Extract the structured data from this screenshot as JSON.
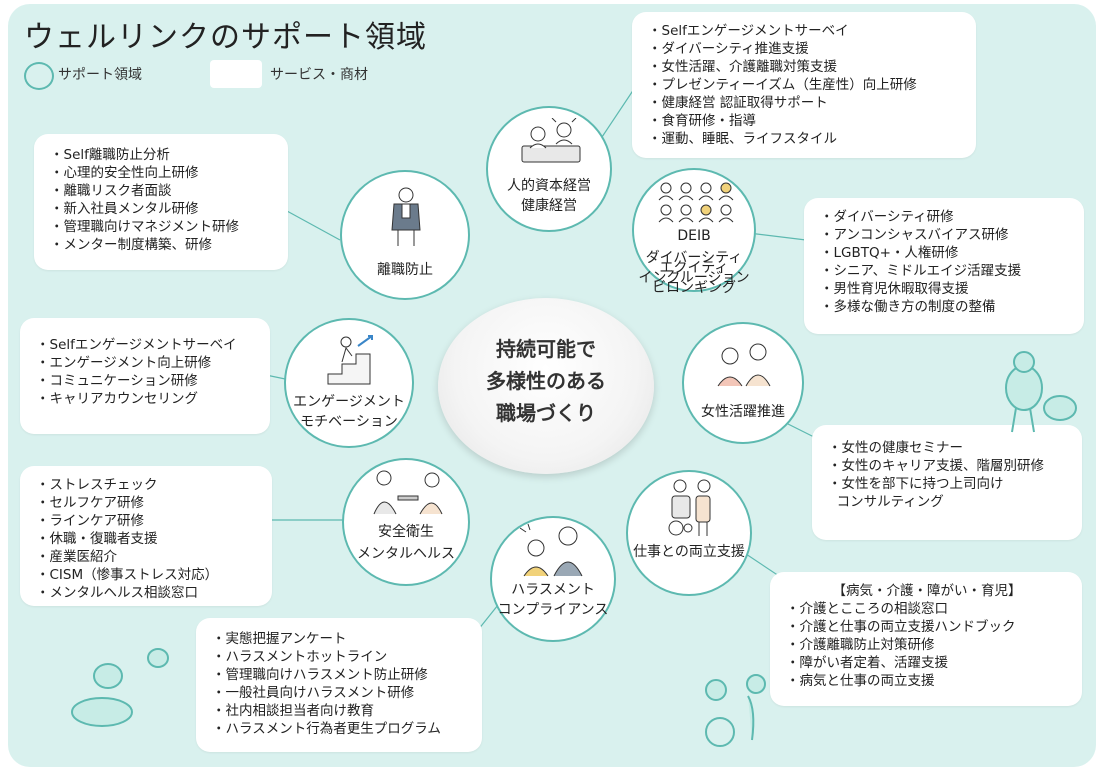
{
  "title": "ウェルリンクのサポート領域",
  "legend": {
    "support_area": "サポート領域",
    "service": "サービス・商材"
  },
  "center": [
    "持続可能で",
    "多様性のある",
    "職場づくり"
  ],
  "nodes": {
    "hr_capital": [
      "人的資本経営",
      "健康経営"
    ],
    "deib_title": "DEIB",
    "deib_sub": [
      "ダイバーシティ",
      "エクイティ",
      "インクルージョン",
      "ビロンギング"
    ],
    "women": "女性活躍推進",
    "worklife": "仕事との両立支援",
    "harassment": [
      "ハラスメント",
      "コンプライアンス"
    ],
    "safety": [
      "安全衛生",
      "メンタルヘルス"
    ],
    "engagement": [
      "エンゲージメント",
      "モチベーション"
    ],
    "turnover": "離職防止"
  },
  "boxes": {
    "hr_capital": [
      "・Selfエンゲージメントサーベイ",
      "・ダイバーシティ推進支援",
      "・女性活躍、介護離職対策支援",
      "・プレゼンティーイズム（生産性）向上研修",
      "・健康経営 認証取得サポート",
      "・食育研修・指導",
      "・運動、睡眠、ライフスタイル"
    ],
    "deib": [
      "・ダイバーシティ研修",
      "・アンコンシャスバイアス研修",
      "・LGBTQ+・人権研修",
      "・シニア、ミドルエイジ活躍支援",
      "・男性育児休暇取得支援",
      "・多様な働き方の制度の整備"
    ],
    "women": [
      "・女性の健康セミナー",
      "・女性のキャリア支援、階層別研修",
      "・女性を部下に持つ上司向け",
      "  コンサルティング"
    ],
    "worklife_header": "【病気・介護・障がい・育児】",
    "worklife": [
      "・介護とこころの相談窓口",
      "・介護と仕事の両立支援ハンドブック",
      "・介護離職防止対策研修",
      "・障がい者定着、活躍支援",
      "・病気と仕事の両立支援"
    ],
    "harassment": [
      "・実態把握アンケート",
      "・ハラスメントホットライン",
      "・管理職向けハラスメント防止研修",
      "・一般社員向けハラスメント研修",
      "・社内相談担当者向け教育",
      "・ハラスメント行為者更生プログラム"
    ],
    "safety": [
      "・ストレスチェック",
      "・セルフケア研修",
      "・ラインケア研修",
      "・休職・復職者支援",
      "・産業医紹介",
      "・CISM（惨事ストレス対応）",
      "・メンタルヘルス相談窓口"
    ],
    "engagement": [
      "・Selfエンゲージメントサーベイ",
      "・エンゲージメント向上研修",
      "・コミュニケーション研修",
      "・キャリアカウンセリング"
    ],
    "turnover": [
      "・Self離職防止分析",
      "・心理的安全性向上研修",
      "・離職リスク者面談",
      "・新入社員メンタル研修",
      "・管理職向けマネジメント研修",
      "・メンター制度構築、研修"
    ]
  },
  "colors": {
    "background": "#d9f1ee",
    "accent": "#5db9b0",
    "box": "#ffffff"
  }
}
